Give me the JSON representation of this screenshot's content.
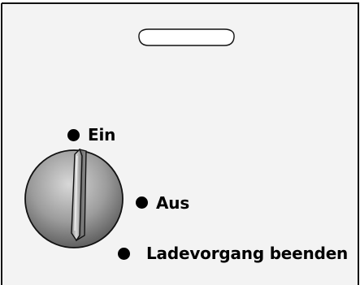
{
  "positions": {
    "on_label": "Ein",
    "off_label": "Aus",
    "end_charging_label": "Ladevorgang beenden"
  },
  "colors": {
    "panel_fill": "#f3f3f3",
    "panel_border": "#111111",
    "knob_dark": "#5d5d5d",
    "knob_mid": "#9a9a9a",
    "knob_light": "#d6d6d6",
    "indicator_dot": "#000000"
  }
}
